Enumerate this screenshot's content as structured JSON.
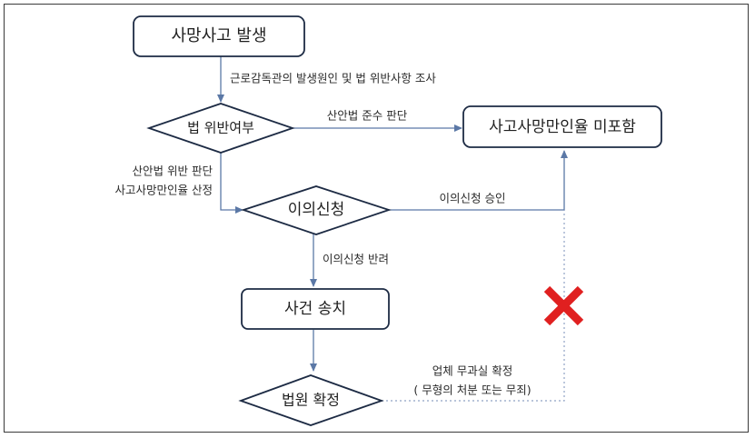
{
  "nodes": {
    "start": "사망사고 발생",
    "violation_check": "법 위반여부",
    "excluded": "사고사망만인율 미포함",
    "objection": "이의신청",
    "referral": "사건 송치",
    "court": "법원 확정"
  },
  "edges": {
    "investigation": "근로감독관의 발생원인 및 법 위반사항 조사",
    "compliant": "산안법 준수 판단",
    "violation_line1": "산안법 위반 판단",
    "violation_line2": "사고사망만인율 산정",
    "objection_approved": "이의신청 승인",
    "objection_rejected": "이의신청  반려",
    "acquittal_line1": "업체 무과실 확정",
    "acquittal_line2": "( 무형의 처분 또는 무죄)"
  },
  "colors": {
    "node_border": "#1d2b44",
    "arrow": "#5b78a6",
    "dotted": "#8fa2c4",
    "cross": "#e02020"
  },
  "icons": {
    "cross": "x-mark-icon"
  }
}
